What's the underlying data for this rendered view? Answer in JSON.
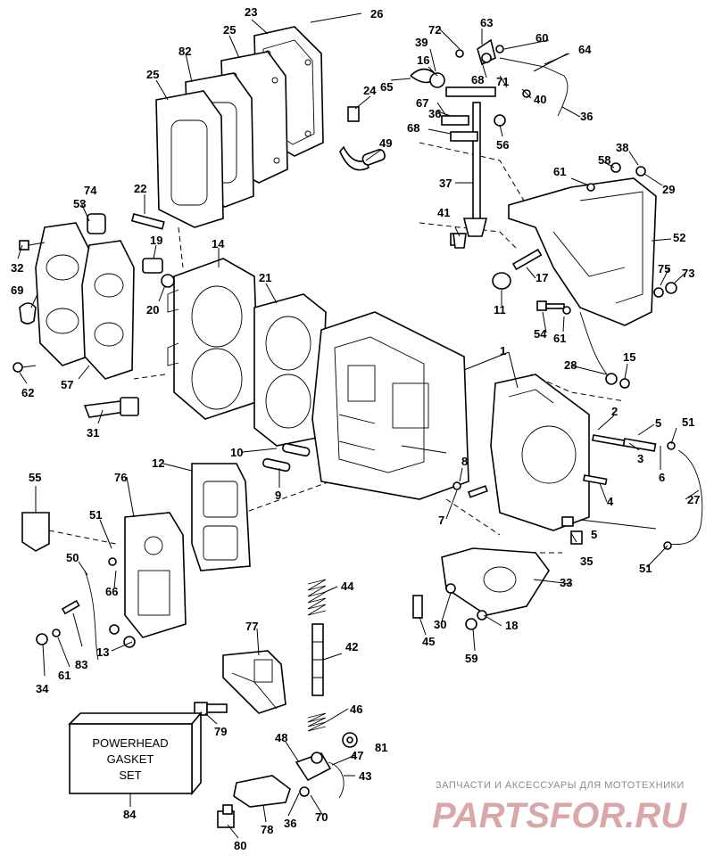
{
  "diagram": {
    "kit_box_lines": [
      "POWERHEAD",
      "GASKET",
      "SET"
    ],
    "callouts": [
      {
        "id": "n1",
        "text": "1"
      },
      {
        "id": "n2",
        "text": "2"
      },
      {
        "id": "n3",
        "text": "3"
      },
      {
        "id": "n4",
        "text": "4"
      },
      {
        "id": "n5a",
        "text": "5"
      },
      {
        "id": "n5b",
        "text": "5"
      },
      {
        "id": "n6",
        "text": "6"
      },
      {
        "id": "n7",
        "text": "7"
      },
      {
        "id": "n8",
        "text": "8"
      },
      {
        "id": "n9",
        "text": "9"
      },
      {
        "id": "n10",
        "text": "10"
      },
      {
        "id": "n11",
        "text": "11"
      },
      {
        "id": "n12",
        "text": "12"
      },
      {
        "id": "n13",
        "text": "13"
      },
      {
        "id": "n14",
        "text": "14"
      },
      {
        "id": "n15",
        "text": "15"
      },
      {
        "id": "n16",
        "text": "16"
      },
      {
        "id": "n17",
        "text": "17"
      },
      {
        "id": "n18",
        "text": "18"
      },
      {
        "id": "n19",
        "text": "19"
      },
      {
        "id": "n20",
        "text": "20"
      },
      {
        "id": "n21",
        "text": "21"
      },
      {
        "id": "n22",
        "text": "22"
      },
      {
        "id": "n23",
        "text": "23"
      },
      {
        "id": "n24",
        "text": "24"
      },
      {
        "id": "n25a",
        "text": "25"
      },
      {
        "id": "n25b",
        "text": "25"
      },
      {
        "id": "n26",
        "text": "26"
      },
      {
        "id": "n27",
        "text": "27"
      },
      {
        "id": "n28",
        "text": "28"
      },
      {
        "id": "n29",
        "text": "29"
      },
      {
        "id": "n30",
        "text": "30"
      },
      {
        "id": "n31",
        "text": "31"
      },
      {
        "id": "n32",
        "text": "32"
      },
      {
        "id": "n33",
        "text": "33"
      },
      {
        "id": "n34",
        "text": "34"
      },
      {
        "id": "n35",
        "text": "35"
      },
      {
        "id": "n36a",
        "text": "36"
      },
      {
        "id": "n36b",
        "text": "36"
      },
      {
        "id": "n36c",
        "text": "36"
      },
      {
        "id": "n37",
        "text": "37"
      },
      {
        "id": "n38",
        "text": "38"
      },
      {
        "id": "n39",
        "text": "39"
      },
      {
        "id": "n40",
        "text": "40"
      },
      {
        "id": "n41",
        "text": "41"
      },
      {
        "id": "n42",
        "text": "42"
      },
      {
        "id": "n43",
        "text": "43"
      },
      {
        "id": "n44",
        "text": "44"
      },
      {
        "id": "n45",
        "text": "45"
      },
      {
        "id": "n46",
        "text": "46"
      },
      {
        "id": "n47",
        "text": "47"
      },
      {
        "id": "n48",
        "text": "48"
      },
      {
        "id": "n49",
        "text": "49"
      },
      {
        "id": "n50",
        "text": "50"
      },
      {
        "id": "n51a",
        "text": "51"
      },
      {
        "id": "n51b",
        "text": "51"
      },
      {
        "id": "n51c",
        "text": "51"
      },
      {
        "id": "n52",
        "text": "52"
      },
      {
        "id": "n53",
        "text": "53"
      },
      {
        "id": "n54",
        "text": "54"
      },
      {
        "id": "n55",
        "text": "55"
      },
      {
        "id": "n56",
        "text": "56"
      },
      {
        "id": "n57",
        "text": "57"
      },
      {
        "id": "n58",
        "text": "58"
      },
      {
        "id": "n59",
        "text": "59"
      },
      {
        "id": "n60",
        "text": "60"
      },
      {
        "id": "n61a",
        "text": "61"
      },
      {
        "id": "n61b",
        "text": "61"
      },
      {
        "id": "n61c",
        "text": "61"
      },
      {
        "id": "n62",
        "text": "62"
      },
      {
        "id": "n63",
        "text": "63"
      },
      {
        "id": "n64",
        "text": "64"
      },
      {
        "id": "n65",
        "text": "65"
      },
      {
        "id": "n66",
        "text": "66"
      },
      {
        "id": "n67",
        "text": "67"
      },
      {
        "id": "n68a",
        "text": "68"
      },
      {
        "id": "n68b",
        "text": "68"
      },
      {
        "id": "n69",
        "text": "69"
      },
      {
        "id": "n70",
        "text": "70"
      },
      {
        "id": "n71",
        "text": "71"
      },
      {
        "id": "n72",
        "text": "72"
      },
      {
        "id": "n73",
        "text": "73"
      },
      {
        "id": "n74",
        "text": "74"
      },
      {
        "id": "n75",
        "text": "75"
      },
      {
        "id": "n76",
        "text": "76"
      },
      {
        "id": "n77",
        "text": "77"
      },
      {
        "id": "n78",
        "text": "78"
      },
      {
        "id": "n79",
        "text": "79"
      },
      {
        "id": "n80",
        "text": "80"
      },
      {
        "id": "n81",
        "text": "81"
      },
      {
        "id": "n82",
        "text": "82"
      },
      {
        "id": "n83",
        "text": "83"
      },
      {
        "id": "n84",
        "text": "84"
      }
    ]
  },
  "watermark": {
    "tagline": "ЗАПЧАСТИ И АКСЕССУАРЫ ДЛЯ МОТОТЕХНИКИ",
    "logo": "PARTSFOR.RU"
  }
}
